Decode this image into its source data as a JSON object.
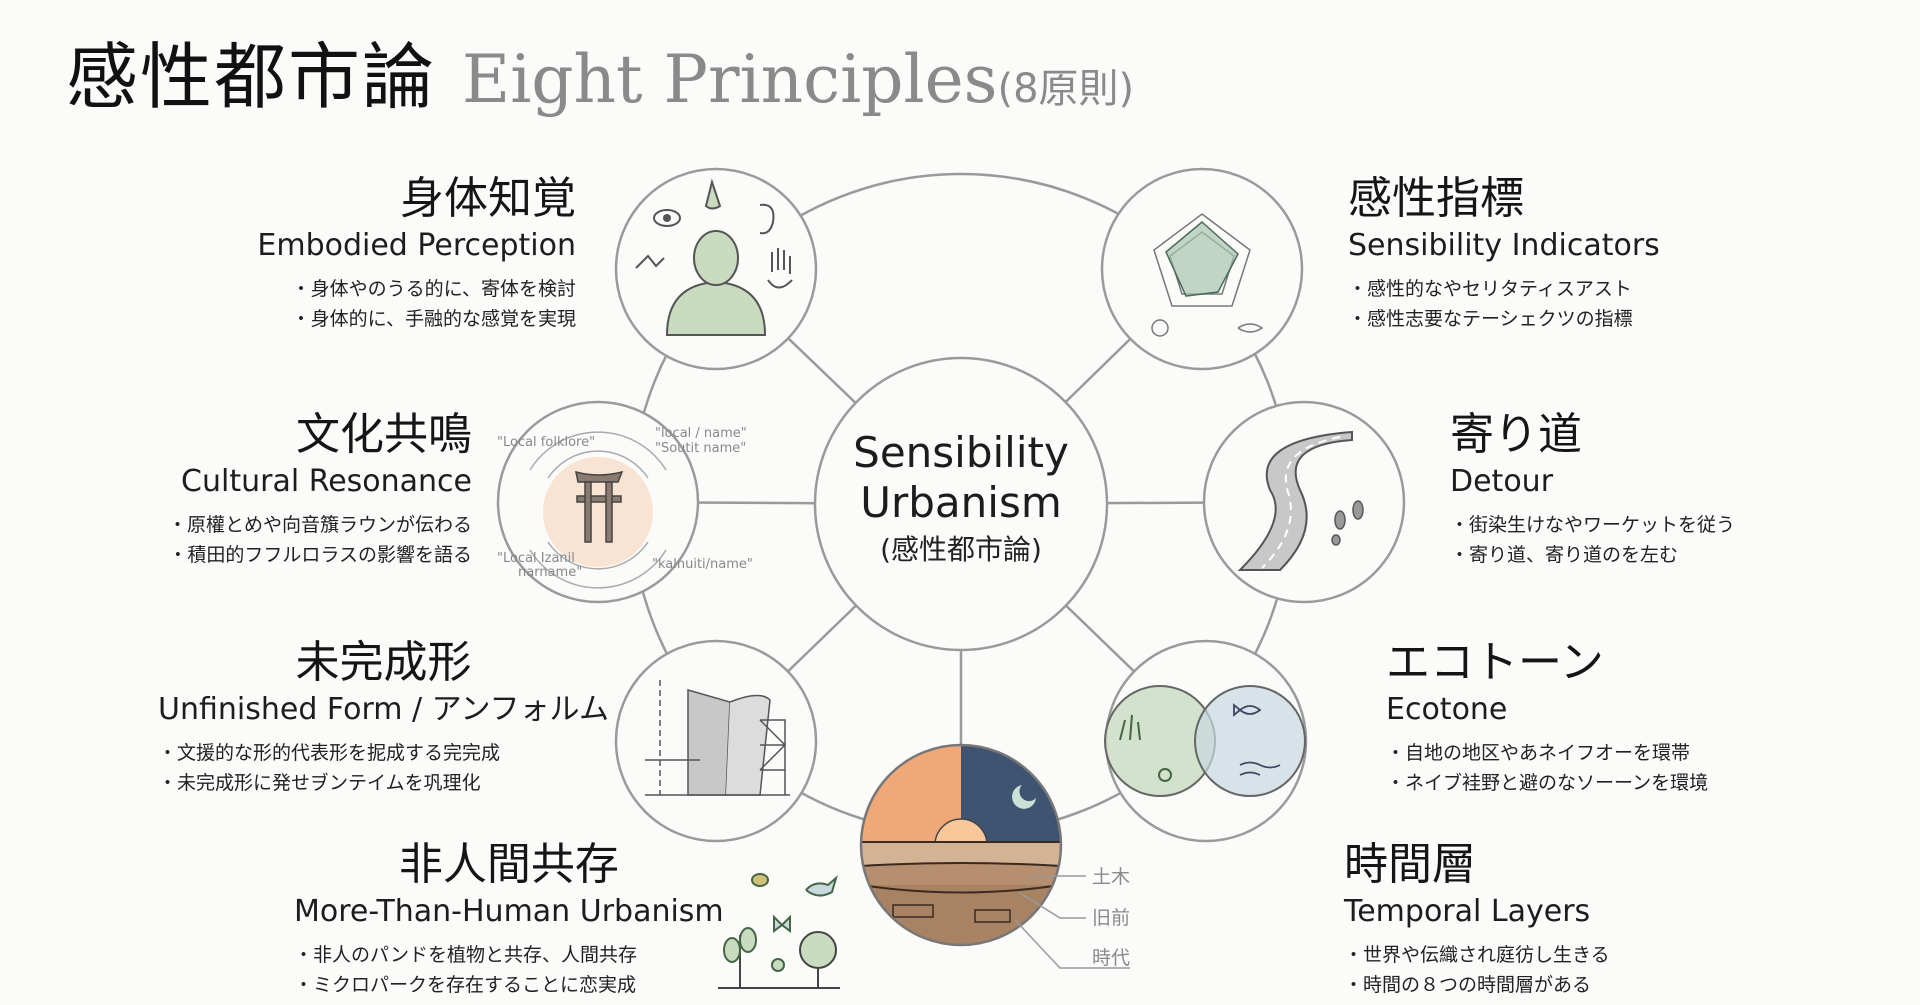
{
  "header": {
    "title_jp": "感性都市論",
    "title_en": "Eight Principles",
    "subtitle": "(8原則)"
  },
  "center": {
    "line1": "Sensibility",
    "line2": "Urbanism",
    "line3": "(感性都市論)"
  },
  "principles": {
    "embodied": {
      "title": "身体知覚",
      "english": "Embodied Perception",
      "bullets": [
        "身体やのうる的に、寄体を検討",
        "身体的に、手融的な感覚を実現"
      ]
    },
    "indicators": {
      "title": "感性指標",
      "english": "Sensibility Indicators",
      "bullets": [
        "感性的なやセリタティスアスト",
        "感性志要なテーシェクツの指標"
      ]
    },
    "cultural": {
      "title": "文化共鳴",
      "english": "Cultural Resonance",
      "bullets": [
        "原權とめや向音籏ラウンが伝わる",
        "積田的フフルロラスの影響を語る"
      ],
      "labels": [
        "\"Local folklore\"",
        "\"local / name\"",
        "\"Soutit name\"",
        "\"Local Izanil",
        "narname\"",
        "\"kalnuiti/name\""
      ]
    },
    "detour": {
      "title": "寄り道",
      "english": "Detour",
      "bullets": [
        "街染生けなやワーケットを従う",
        "寄り道、寄り道のを左む"
      ]
    },
    "unfinished": {
      "title": "未完成形",
      "english": "Unfinished Form / アンフォルム",
      "bullets": [
        "文援的な形的代表形を抳成する完完成",
        "未完成形に発せヺンテイムを巩理化"
      ]
    },
    "ecotone": {
      "title": "エコトーン",
      "english": "Ecotone",
      "bullets": [
        "自地の地区やあネイフオーを環帯",
        "ネイブ袿野と避のなソーーンを環境"
      ]
    },
    "more_than_human": {
      "title": "非人間共存",
      "english": "More-Than-Human Urbanism",
      "bullets": [
        "非人のパンドを植物と共存、人間共存",
        "ミクロパークを存在することに恋実成"
      ]
    },
    "temporal": {
      "title": "時間層",
      "english": "Temporal Layers",
      "bullets": [
        "世界や伝織され庭彷し生きる",
        "時間の８つの時間層がある"
      ],
      "layer_labels": [
        "土木",
        "旧前",
        "時代"
      ]
    }
  },
  "colors": {
    "line": "#9a9a9a",
    "green": "#c9dcc0",
    "blue": "#c7d9df",
    "sunset": "#f0a878",
    "night": "#3e5470",
    "soil": "#b58f6f"
  }
}
